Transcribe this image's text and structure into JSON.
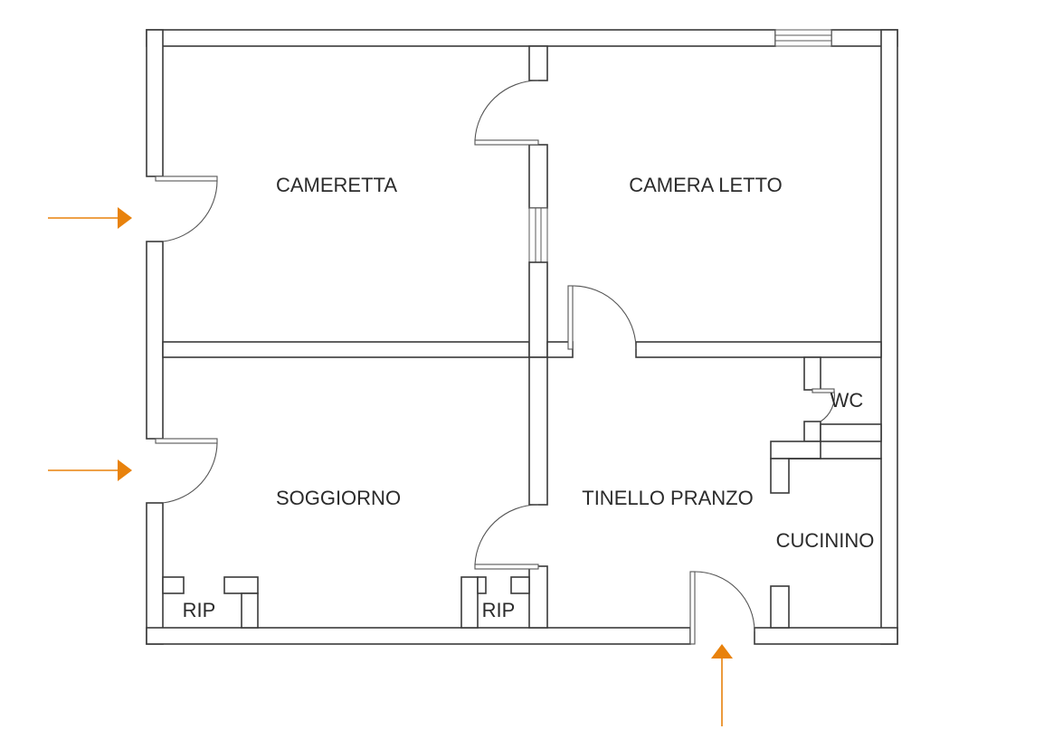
{
  "rooms": {
    "cameretta": "CAMERETTA",
    "camera_letto": "CAMERA LETTO",
    "soggiorno": "SOGGIORNO",
    "tinello_pranzo": "TINELLO PRANZO",
    "wc": "WC",
    "cucinino": "CUCININO",
    "rip_left": "RIP",
    "rip_center": "RIP"
  },
  "colors": {
    "wall": "#3a3a3a",
    "entry_arrow": "#e8820c",
    "background": "#ffffff"
  },
  "entry_arrows": [
    "entry-arrow-cameretta",
    "entry-arrow-soggiorno",
    "entry-arrow-tinello"
  ]
}
